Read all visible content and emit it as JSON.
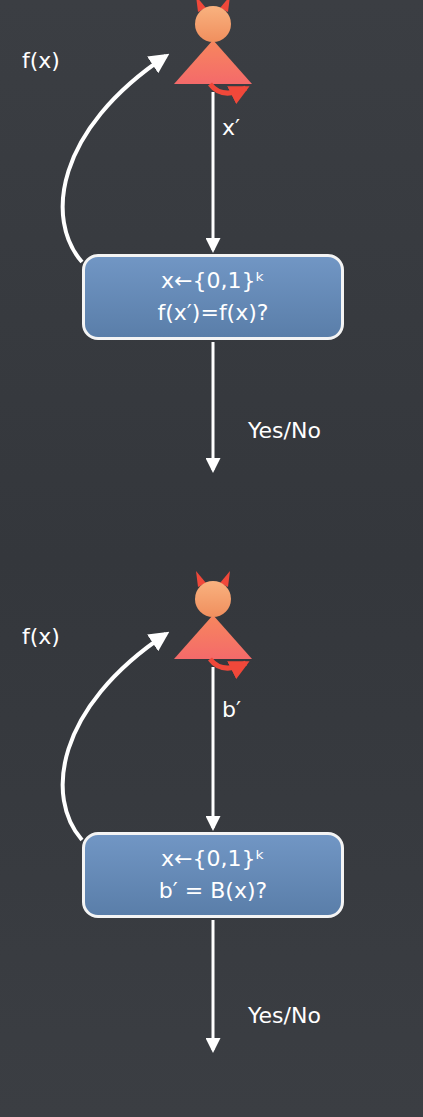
{
  "diagram": {
    "nodes": [
      {
        "text": [
          "x←{0,1}ᵏ",
          "f(x′)=f(x)?"
        ]
      },
      {
        "text": [
          "x←{0,1}ᵏ",
          "b′ = B(x)?"
        ]
      }
    ],
    "labels": [
      "f(x)",
      "x′",
      "Yes/No",
      "f(x)",
      "b′",
      "Yes/No"
    ]
  }
}
